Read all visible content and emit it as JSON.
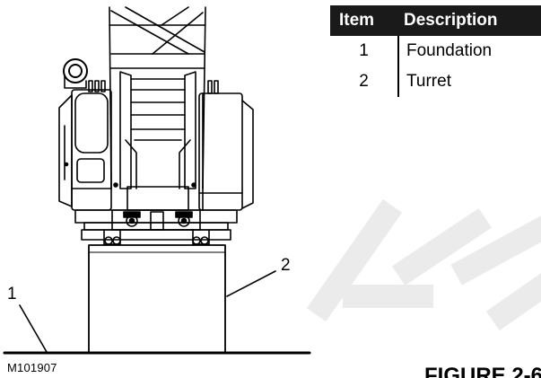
{
  "legend": {
    "headers": {
      "item": "Item",
      "description": "Description"
    },
    "rows": [
      {
        "item": "1",
        "description": "Foundation"
      },
      {
        "item": "2",
        "description": "Turret"
      }
    ]
  },
  "callouts": {
    "foundation": "1",
    "turret": "2"
  },
  "drawing_id": "M101907",
  "figure_caption": "FIGURE 2-6",
  "colors": {
    "line": "#000000",
    "header_bg": "#1a1a1a",
    "watermark": "#e8e8e8"
  }
}
